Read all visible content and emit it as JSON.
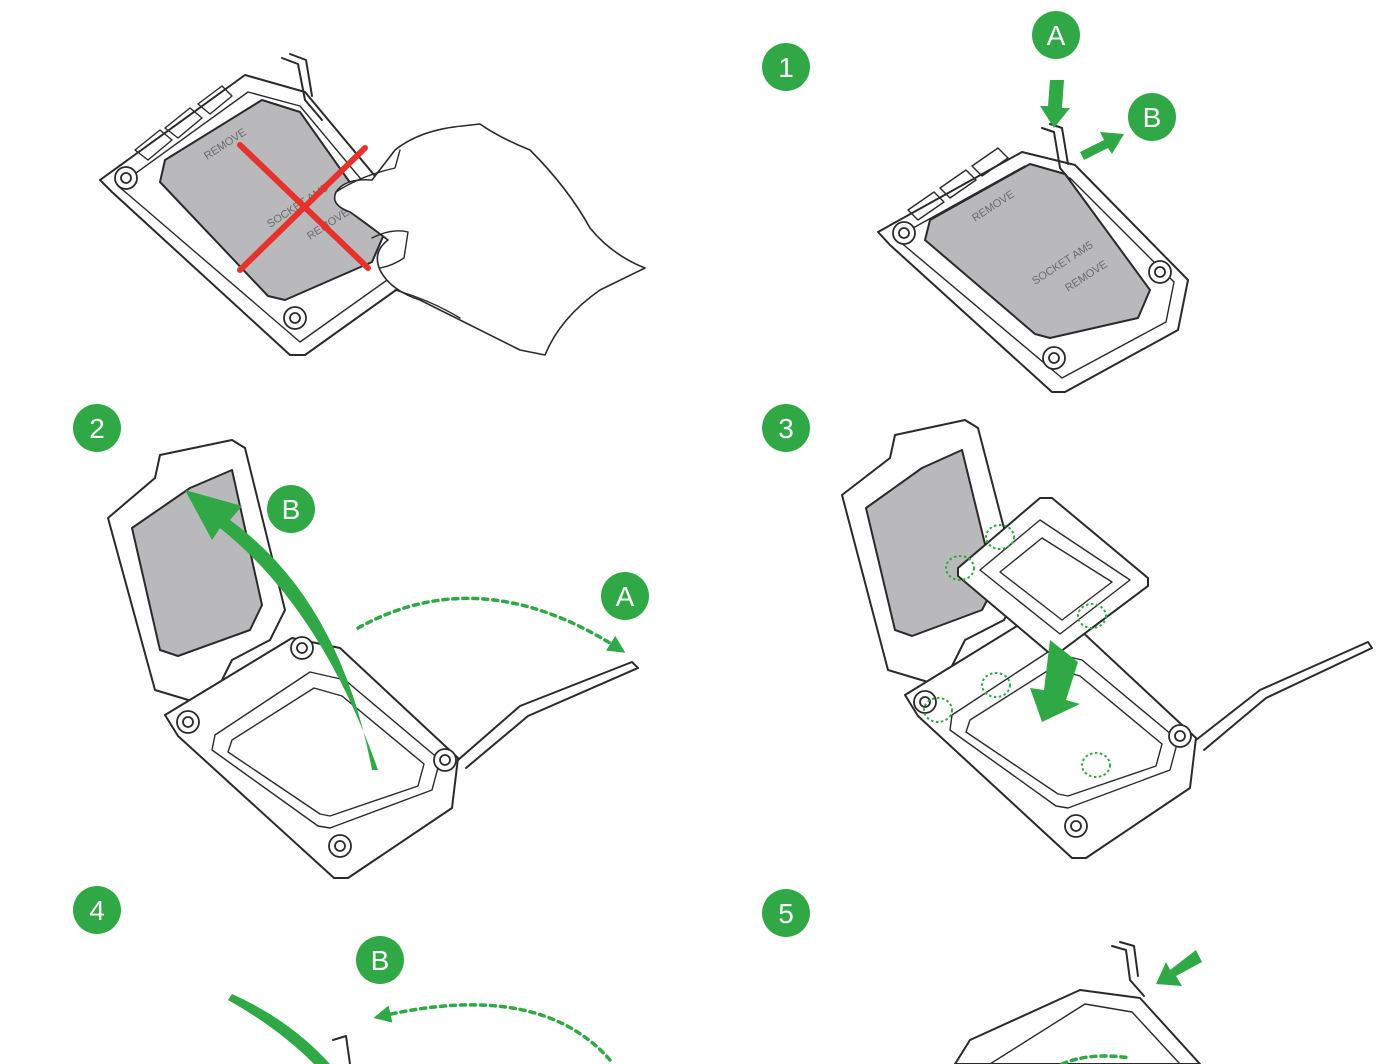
{
  "colors": {
    "accent_green": "#2fa845",
    "cross_red": "#e5322d",
    "cover_gray": "#b9b9bb",
    "line_dark": "#2a2a2a"
  },
  "steps": [
    {
      "label": "1"
    },
    {
      "label": "2"
    },
    {
      "label": "3"
    },
    {
      "label": "4"
    },
    {
      "label": "5"
    }
  ],
  "letters": {
    "a": "A",
    "b": "B"
  },
  "cover_text": {
    "remove": "REMOVE",
    "socket": "SOCKET AM5"
  },
  "icons": [
    "hand-illustration",
    "red-cross-icon",
    "push-arrow-icon",
    "pull-arrow-icon",
    "lift-arrow-icon",
    "insert-arrow-icon",
    "dashed-arc-arrow"
  ]
}
